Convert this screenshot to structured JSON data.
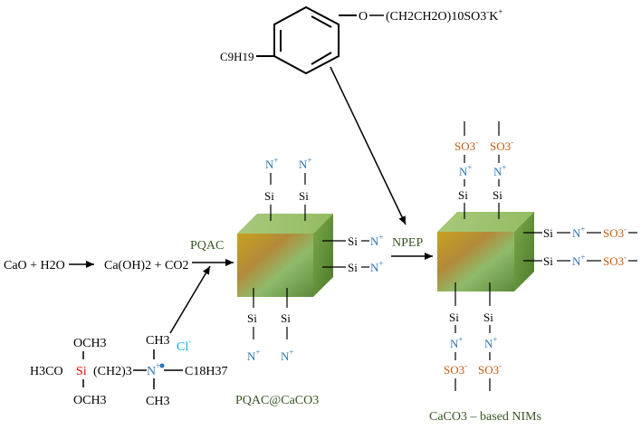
{
  "reagent_top": {
    "alkyl": "C9H19",
    "oxygen": "O",
    "chain": "(CH2CH2O)10SO3",
    "chain_charge": "-",
    "counter_ion": "K",
    "counter_charge": "+"
  },
  "reaction": {
    "reactant1": "CaO + H2O",
    "product1": "Ca(OH)2 + CO2",
    "reagent_pqac": "PQAC",
    "reagent_npep": "NPEP",
    "label_intermediate": "PQAC@CaCO3",
    "label_final": "CaCO3 – based NIMs"
  },
  "silane_reagent": {
    "och3_top": "OCH3",
    "h3co": "H3CO",
    "si": "Si",
    "ch2_3": "(CH2)3",
    "n": "N",
    "n_charge": "+",
    "ch3_top": "CH3",
    "ch3_bottom": "CH3",
    "c18h37": "C18H37",
    "cl": "Cl",
    "cl_charge": "-",
    "och3_bottom": "OCH3"
  },
  "surface_groups": {
    "si": "Si",
    "n": "N",
    "n_charge": "+",
    "so3": "SO3",
    "so3_charge": "-"
  },
  "colors": {
    "blue": "#2e75b6",
    "brown": "#c55a11",
    "red": "#ff0000",
    "green_label": "#375623",
    "cl_cyan": "#00b0f0"
  }
}
